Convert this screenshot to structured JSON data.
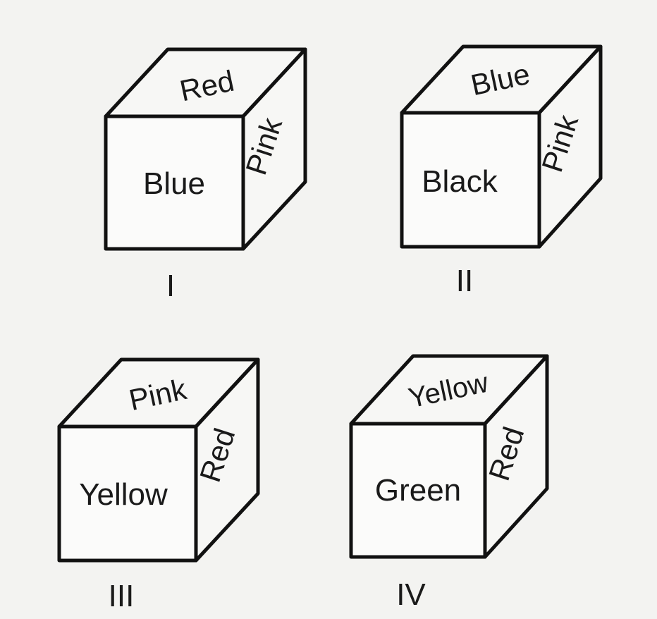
{
  "cubes": [
    {
      "label": "I",
      "front": "Blue",
      "top": "Red",
      "side": "Pink"
    },
    {
      "label": "II",
      "front": "Black",
      "top": "Blue",
      "side": "Pink"
    },
    {
      "label": "III",
      "front": "Yellow",
      "top": "Pink",
      "side": "Red"
    },
    {
      "label": "IV",
      "front": "Green",
      "top": "Yellow",
      "side": "Red"
    }
  ]
}
